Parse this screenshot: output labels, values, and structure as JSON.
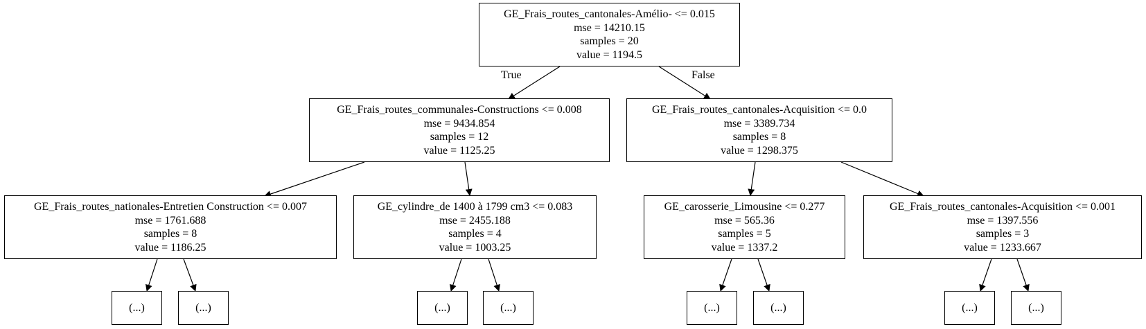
{
  "tree": {
    "root": {
      "split": "GE_Frais_routes_cantonales-Amélio- <= 0.015",
      "mse": "mse = 14210.15",
      "samples": "samples = 20",
      "value": "value = 1194.5"
    },
    "edge_true_label": "True",
    "edge_false_label": "False",
    "left": {
      "split": "GE_Frais_routes_communales-Constructions <= 0.008",
      "mse": "mse = 9434.854",
      "samples": "samples = 12",
      "value": "value = 1125.25"
    },
    "right": {
      "split": "GE_Frais_routes_cantonales-Acquisition <= 0.0",
      "mse": "mse = 3389.734",
      "samples": "samples = 8",
      "value": "value = 1298.375"
    },
    "left_left": {
      "split": "GE_Frais_routes_nationales-Entretien Construction <= 0.007",
      "mse": "mse = 1761.688",
      "samples": "samples = 8",
      "value": "value = 1186.25"
    },
    "left_right": {
      "split": "GE_cylindre_de 1400 à 1799 cm3 <= 0.083",
      "mse": "mse = 2455.188",
      "samples": "samples = 4",
      "value": "value = 1003.25"
    },
    "right_left": {
      "split": "GE_carosserie_Limousine <= 0.277",
      "mse": "mse = 565.36",
      "samples": "samples = 5",
      "value": "value = 1337.2"
    },
    "right_right": {
      "split": "GE_Frais_routes_cantonales-Acquisition <= 0.001",
      "mse": "mse = 1397.556",
      "samples": "samples = 3",
      "value": "value = 1233.667"
    },
    "truncated_label": "(...)"
  }
}
